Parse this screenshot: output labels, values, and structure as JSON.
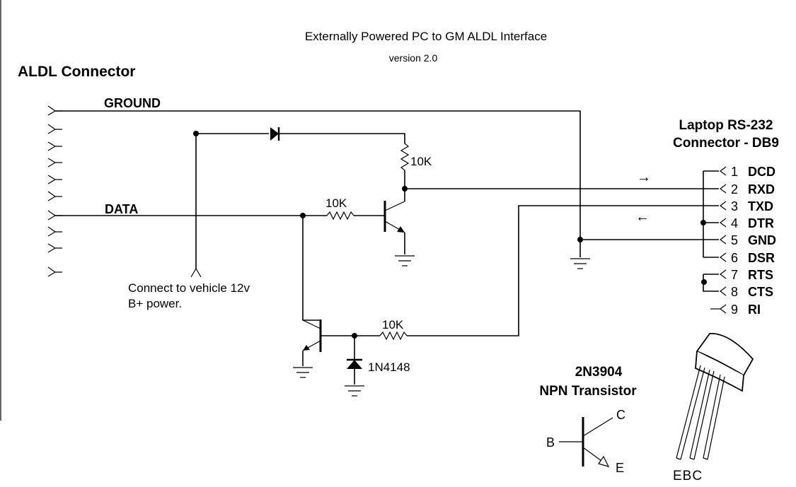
{
  "title": "Externally Powered PC to GM ALDL Interface",
  "version": "version 2.0",
  "aldl_connector_label": "ALDL Connector",
  "ground_label": "GROUND",
  "data_label": "DATA",
  "power_note": [
    "Connect to vehicle 12v",
    "B+ power."
  ],
  "resistor_labels": [
    "10K",
    "10K",
    "10K"
  ],
  "diode_label": "1N4148",
  "db9": {
    "title": [
      "Laptop RS-232",
      "Connector - DB9"
    ],
    "pins": [
      {
        "num": "1",
        "name": "DCD"
      },
      {
        "num": "2",
        "name": "RXD"
      },
      {
        "num": "3",
        "name": "TXD"
      },
      {
        "num": "4",
        "name": "DTR"
      },
      {
        "num": "5",
        "name": "GND"
      },
      {
        "num": "6",
        "name": "DSR"
      },
      {
        "num": "7",
        "name": "RTS"
      },
      {
        "num": "8",
        "name": "CTS"
      },
      {
        "num": "9",
        "name": "RI"
      }
    ]
  },
  "arrows": {
    "rx": "→",
    "tx": "←"
  },
  "transistor": {
    "title": [
      "2N3904",
      "NPN Transistor"
    ],
    "pin_b": "B",
    "pin_c": "C",
    "pin_e": "E",
    "package_pins": "EBC"
  }
}
